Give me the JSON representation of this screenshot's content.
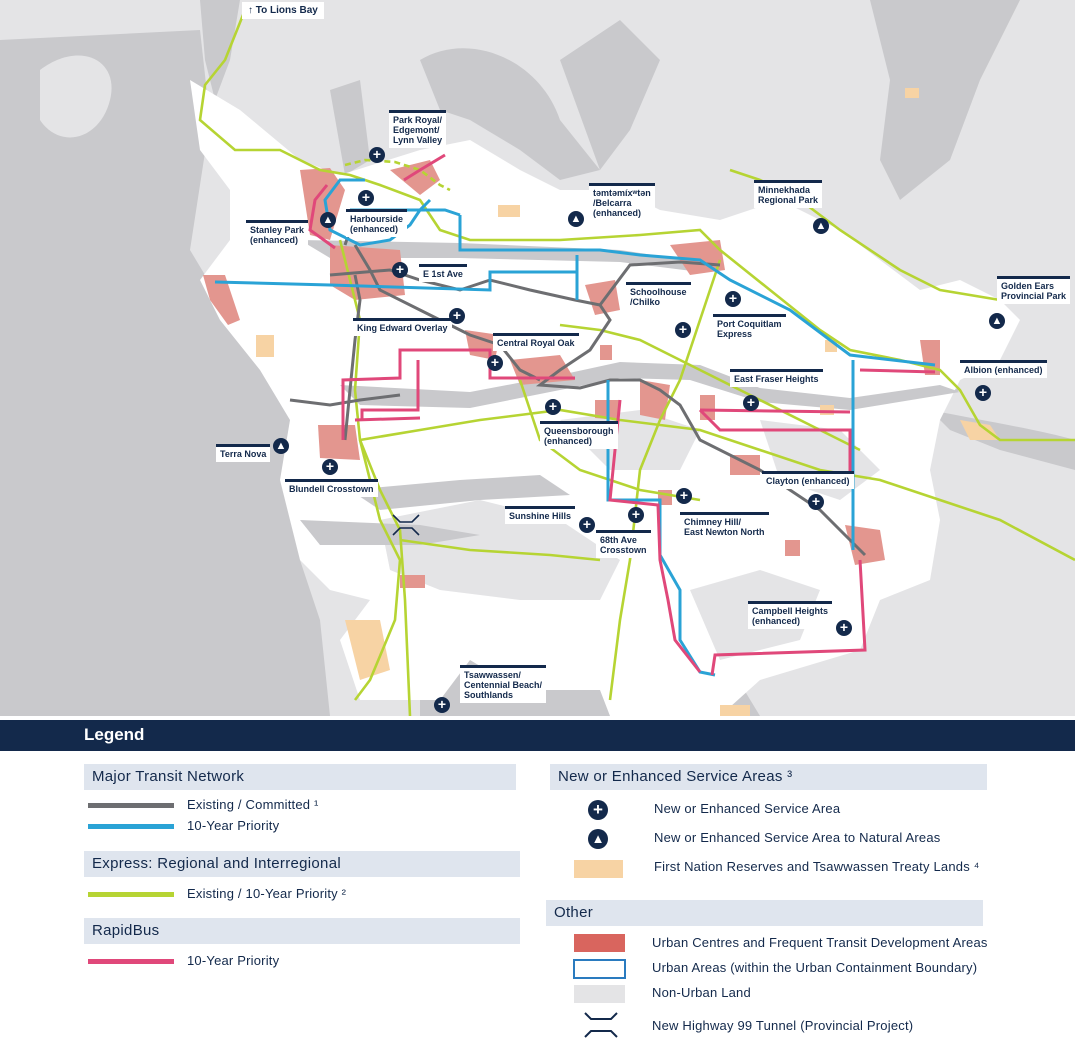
{
  "colors": {
    "water": "#c9c9cc",
    "non_urban": "#e4e4e6",
    "urban": "#ffffff",
    "urban_centre": "#e3968f",
    "first_nation": "#f7d3a4",
    "existing_committed": "#6d6e71",
    "ten_year_priority": "#2aa3d6",
    "express": "#b6d433",
    "rapidbus": "#e0487a",
    "navy": "#13294b"
  },
  "map": {
    "to_lions_bay": "To Lions Bay",
    "labels": {
      "park_royal": "Park Royal/\nEdgemont/\nLynn Valley",
      "harbourside": "Harbourside\n(enhanced)",
      "stanley_park": "Stanley Park\n(enhanced)",
      "e_1st_ave": "E 1st Ave",
      "tsleil": "təmtəmíxʷtən\n/Belcarra\n(enhanced)",
      "minnekhada": "Minnekhada\nRegional Park",
      "golden_ears": "Golden Ears\nProvincial Park",
      "schoolhouse": "Schoolhouse\n/Chilko",
      "port_coquitlam": "Port Coquitlam\nExpress",
      "king_edward": "King Edward Overlay",
      "central_royal_oak": "Central Royal Oak",
      "albion": "Albion (enhanced)",
      "east_fraser": "East Fraser Heights",
      "queensborough": "Queensborough\n(enhanced)",
      "terra_nova": "Terra Nova",
      "blundell": "Blundell Crosstown",
      "clayton": "Clayton (enhanced)",
      "sunshine_hills": "Sunshine Hills",
      "chimney_hill": "Chimney Hill/\nEast Newton North",
      "ave68": "68th Ave\nCrosstown",
      "campbell_heights": "Campbell Heights\n(enhanced)",
      "tsawwassen": "Tsawwassen/\nCentennial Beach/\nSouthlands"
    }
  },
  "legend": {
    "title": "Legend",
    "major_transit": {
      "heading": "Major Transit Network",
      "existing": "Existing / Committed ¹",
      "priority": "10-Year Priority"
    },
    "express": {
      "heading": "Express: Regional and Interregional",
      "existing": "Existing / 10-Year Priority ²"
    },
    "rapidbus": {
      "heading": "RapidBus",
      "priority": "10-Year Priority"
    },
    "service_areas": {
      "heading": "New or Enhanced Service Areas ³",
      "new": "New or Enhanced Service Area",
      "natural": "New or Enhanced Service Area to Natural Areas",
      "first_nation": "First Nation Reserves and Tsawwassen Treaty Lands ⁴"
    },
    "other": {
      "heading": "Other",
      "urban_centres": "Urban Centres and Frequent Transit Development Areas",
      "urban_areas": "Urban Areas (within the Urban Containment Boundary)",
      "non_urban": "Non-Urban Land",
      "tunnel": "New Highway 99 Tunnel (Provincial Project)"
    }
  }
}
